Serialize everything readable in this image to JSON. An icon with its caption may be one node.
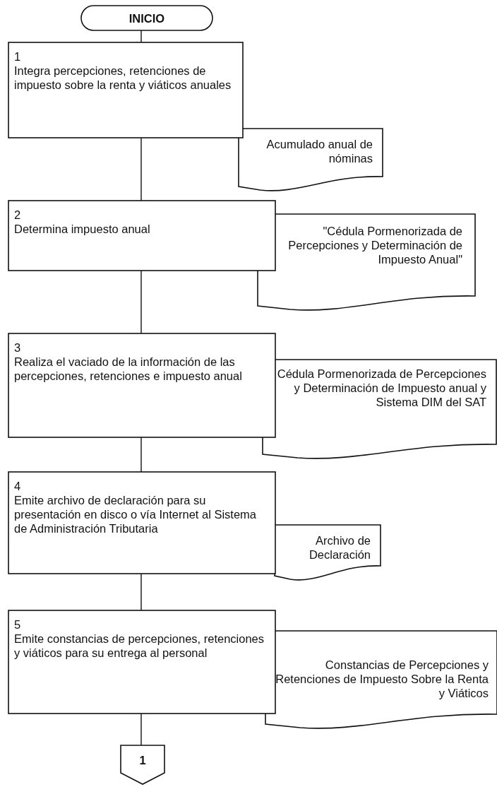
{
  "diagram": {
    "nodes": [
      {
        "text": [
          "INICIO"
        ]
      },
      {
        "text": [
          "1",
          "Integra percepciones, retenciones de impuesto sobre la renta y viáticos anuales"
        ]
      },
      {
        "text": [
          "Acumulado anual de nóminas"
        ]
      },
      {
        "text": [
          "2",
          "Determina impuesto anual"
        ]
      },
      {
        "text": [
          "\"Cédula Pormenorizada de Percepciones y Determinación de Impuesto Anual\""
        ]
      },
      {
        "text": [
          "3",
          "Realiza el vaciado de la información de las percepciones, retenciones e impuesto anual"
        ]
      },
      {
        "text": [
          "Cédula Pormenorizada de Percepciones y Determinación de Impuesto anual y Sistema DIM del SAT"
        ]
      },
      {
        "text": [
          "4",
          "Emite archivo de declaración para su presentación en disco o vía Internet al Sistema de Administración Tributaria"
        ]
      },
      {
        "text": [
          "Archivo de Declaración"
        ]
      },
      {
        "text": [
          "5",
          "Emite constancias de percepciones, retenciones y viáticos para su entrega al personal"
        ]
      },
      {
        "text": [
          "Constancias de Percepciones y Retenciones de Impuesto Sobre la Renta y Viáticos"
        ]
      },
      {
        "text": [
          "1"
        ]
      }
    ],
    "edges": [
      {
        "from": 0,
        "to": 1,
        "arrow": "none"
      },
      {
        "from": 1,
        "to": 3,
        "arrow": "none"
      },
      {
        "from": 3,
        "to": 5,
        "arrow": "none"
      },
      {
        "from": 5,
        "to": 7,
        "arrow": "none"
      },
      {
        "from": 7,
        "to": 9,
        "arrow": "none"
      },
      {
        "from": 9,
        "to": 11,
        "arrow": "none"
      }
    ]
  }
}
